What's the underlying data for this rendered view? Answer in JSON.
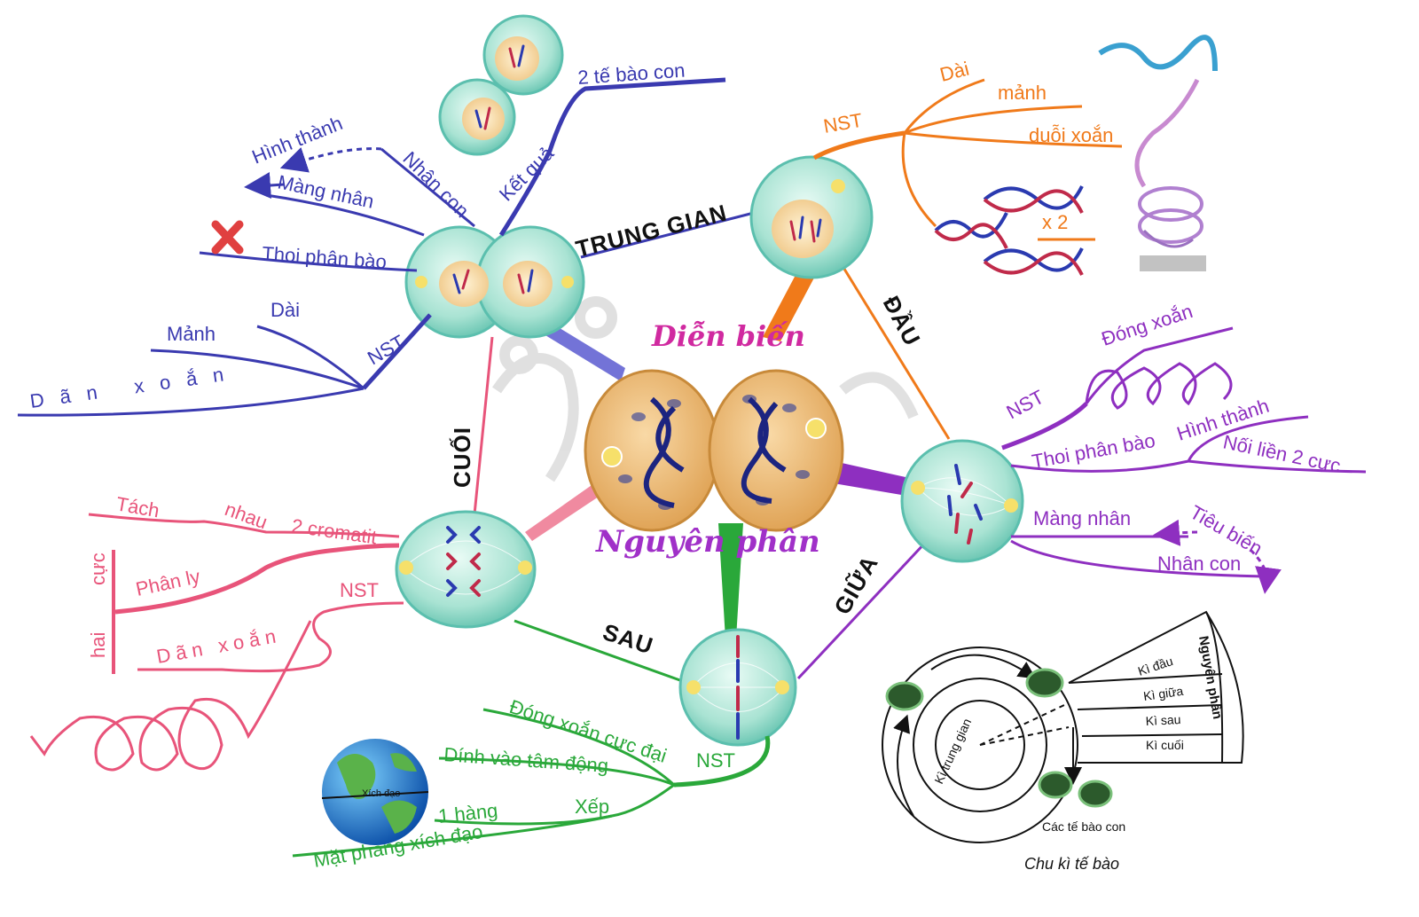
{
  "center": {
    "title_top": "Diễn biến",
    "title_bottom": "Nguyên phân"
  },
  "phases": {
    "interphase": "TRUNG GIAN",
    "prophase": "ĐẦU",
    "metaphase": "GIỮA",
    "anaphase": "SAU",
    "telophase": "CUỐI"
  },
  "telophase_labels": {
    "result": "Kết quả",
    "daughter_cells": "2 tế bào con",
    "daughter_nuclei": "Nhân con",
    "forming": "Hình thành",
    "nuclear_membrane": "Màng nhân",
    "spindle": "Thoi phân bào",
    "nst": "NST",
    "long": "Dài",
    "thin": "Mảnh",
    "uncoil": "Dãn xoắn"
  },
  "interphase_labels": {
    "nst": "NST",
    "long": "Dài",
    "thin": "mảnh",
    "uncoiled": "duỗi xoắn",
    "times_two": "x 2"
  },
  "prophase_labels": {
    "nst": "NST",
    "coil": "Đóng xoắn",
    "spindle": "Thoi phân bào",
    "forming": "Hình thành",
    "connect_poles": "Nối liền 2 cực",
    "nuclear_membrane": "Màng nhân",
    "disappear": "Tiêu biến",
    "nucleolus": "Nhân con"
  },
  "metaphase_labels": {
    "nst": "NST",
    "max_coil": "Đóng xoắn cực đại",
    "centromere": "Dính vào tâm động",
    "arrange": "Xếp",
    "one_row": "1 hàng",
    "equator_plane": "Mặt phẳng xích đạo",
    "equator": "Xích đạo"
  },
  "anaphase_labels": {
    "separate": "Tách",
    "apart": "nhau",
    "chromatids": "2 cromatit",
    "segregate": "Phân ly",
    "nst": "NST",
    "poles": "cực",
    "two": "hai",
    "uncoil": "Dãn xoắn"
  },
  "cycle_diagram": {
    "prophase": "Kì đầu",
    "metaphase": "Kì giữa",
    "anaphase": "Kì sau",
    "telophase": "Kì cuối",
    "mitosis": "Nguyên phân",
    "interphase": "Kì trung gian",
    "daughter_cells": "Các tế bào con",
    "caption": "Chu kì tế bào"
  },
  "colors": {
    "interphase": "#f07a1a",
    "prophase": "#8e2fc0",
    "metaphase": "#2aa83a",
    "anaphase": "#e8547a",
    "telophase": "#3a3ab0",
    "cell_fill": "#bfe8dc",
    "cell_edge": "#5bbfae",
    "center_cell": "#e8b872"
  }
}
